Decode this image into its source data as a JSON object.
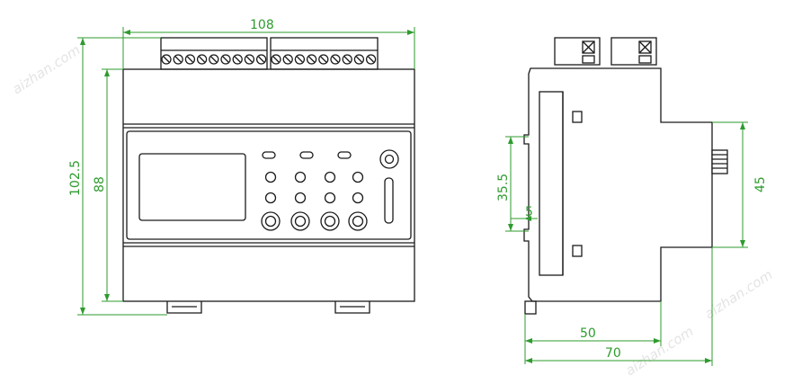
{
  "dimensions": {
    "front_width": "108",
    "front_total_height": "102.5",
    "front_body_height": "88",
    "side_rail_height": "35.5",
    "side_rail_gap": "5",
    "side_step_height": "45",
    "side_body_depth": "50",
    "side_total_depth": "70"
  },
  "watermarks": [
    "aizhan.com",
    "aizhan.com",
    "aizhan.com"
  ],
  "colors": {
    "dimension": "#2e9b2e",
    "outline": "#1a1a1a",
    "watermark": "#e4e4e4"
  }
}
